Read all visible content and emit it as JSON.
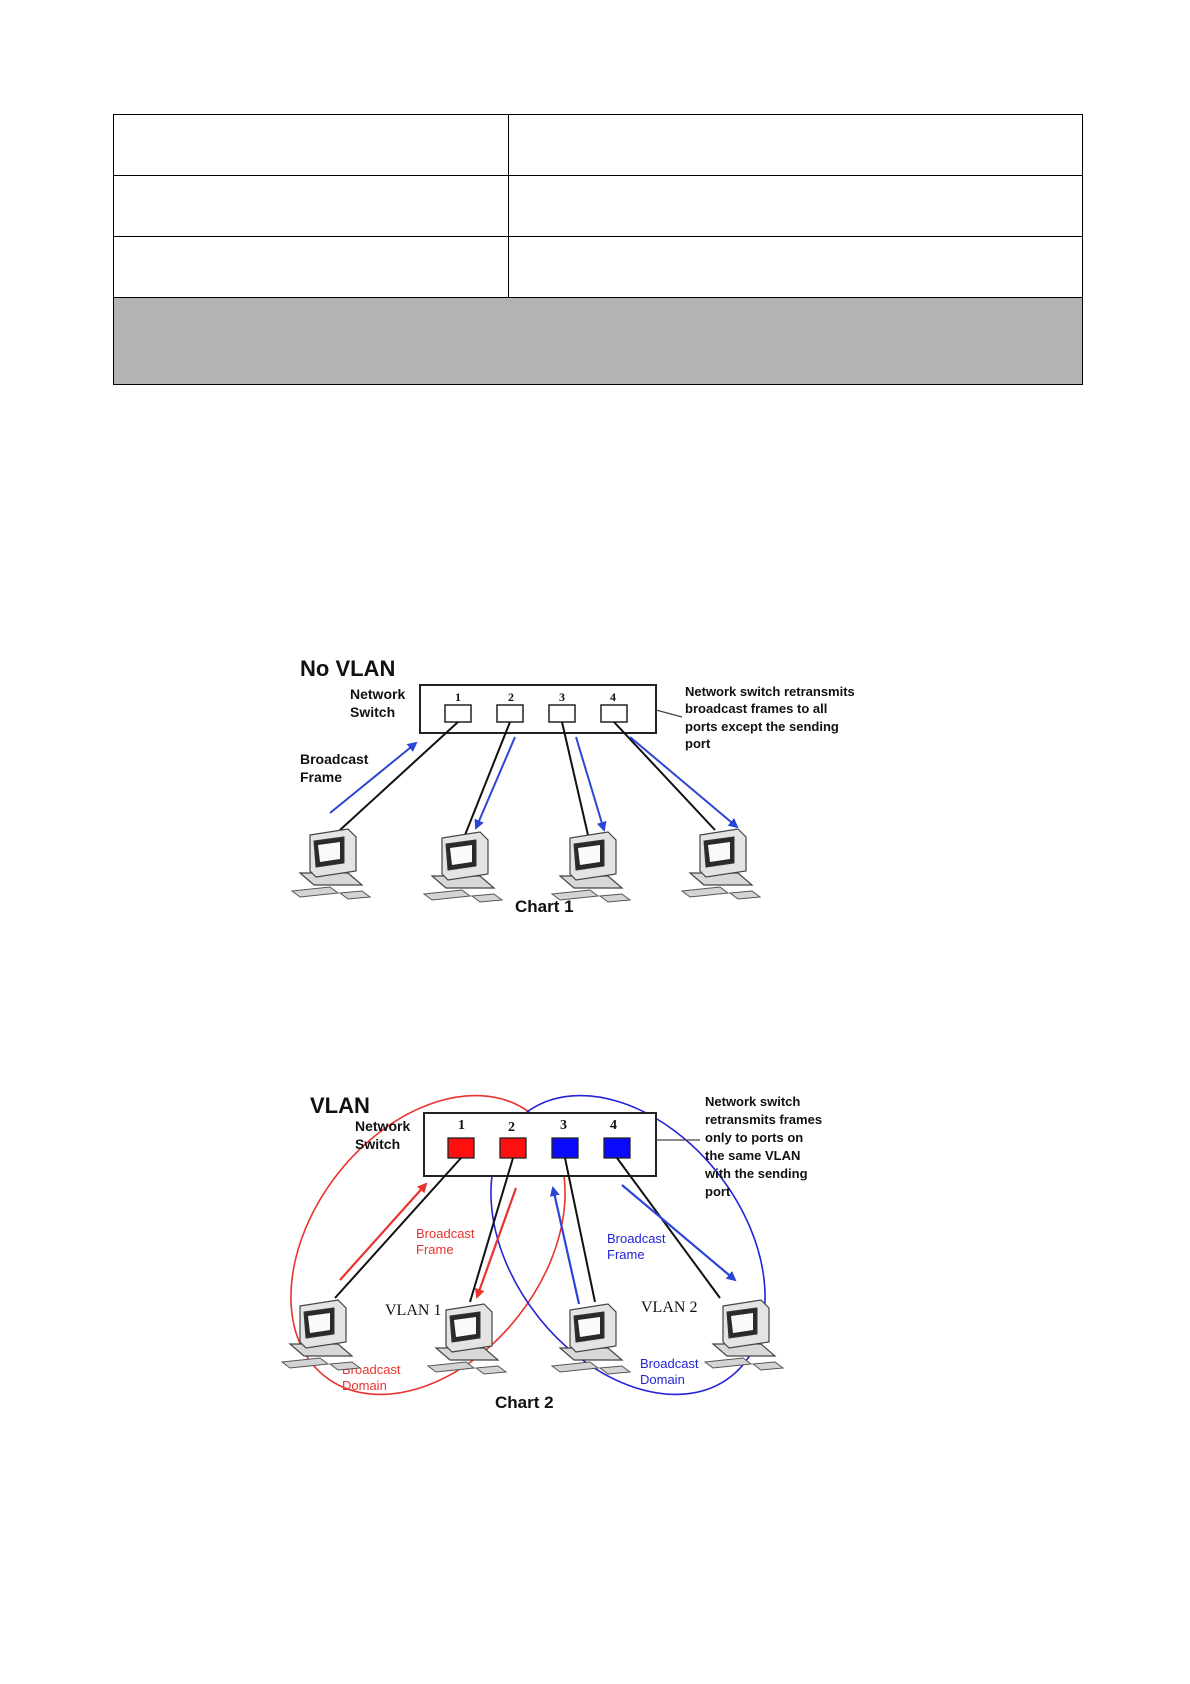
{
  "table": {
    "rows": [
      {
        "col1": "",
        "col2": ""
      },
      {
        "col1": "",
        "col2": ""
      },
      {
        "col1": "",
        "col2": ""
      }
    ],
    "footer": ""
  },
  "chart1": {
    "title": "No VLAN",
    "switch_label_line1": "Network",
    "switch_label_line2": "Switch",
    "ports": [
      "1",
      "2",
      "3",
      "4"
    ],
    "note_lines": [
      "Network switch retransmits",
      "broadcast frames to  all",
      "ports except the sending",
      "port"
    ],
    "frame_label_line1": "Broadcast",
    "frame_label_line2": "Frame",
    "caption": "Chart 1"
  },
  "chart2": {
    "title": "VLAN",
    "switch_label_line1": "Network",
    "switch_label_line2": "Switch",
    "ports": [
      "1",
      "2",
      "3",
      "4"
    ],
    "note_lines": [
      "Network switch",
      "retransmits frames",
      "only to ports on",
      "the same VLAN",
      "with the sending",
      "port"
    ],
    "vlan1": {
      "name": "VLAN 1",
      "frame_line1": "Broadcast",
      "frame_line2": "Frame",
      "domain_line1": "Broadcast",
      "domain_line2": "Domain"
    },
    "vlan2": {
      "name": "VLAN 2",
      "frame_line1": "Broadcast",
      "frame_line2": "Frame",
      "domain_line1": "Broadcast",
      "domain_line2": "Domain"
    },
    "caption": "Chart 2"
  },
  "colors": {
    "vlan1": "#e8332e",
    "vlan2": "#2323d8",
    "arrow_blue": "#2b46d6",
    "table_footer": "#b3b3b3"
  }
}
